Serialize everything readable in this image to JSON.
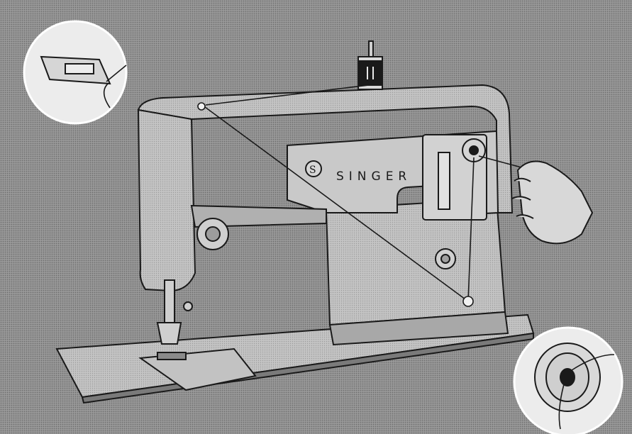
{
  "illustration": {
    "brand_label": "SINGER"
  },
  "palette": {
    "background": "#8f8f8f",
    "line": "#1a1a1a",
    "body_fill": "#b9b9b9",
    "inset_fill": "#e8e8e8"
  },
  "icons": [
    "thread-guide-detail-inset",
    "bobbin-winding-detail-inset",
    "thread-spool-icon",
    "hand-icon"
  ]
}
